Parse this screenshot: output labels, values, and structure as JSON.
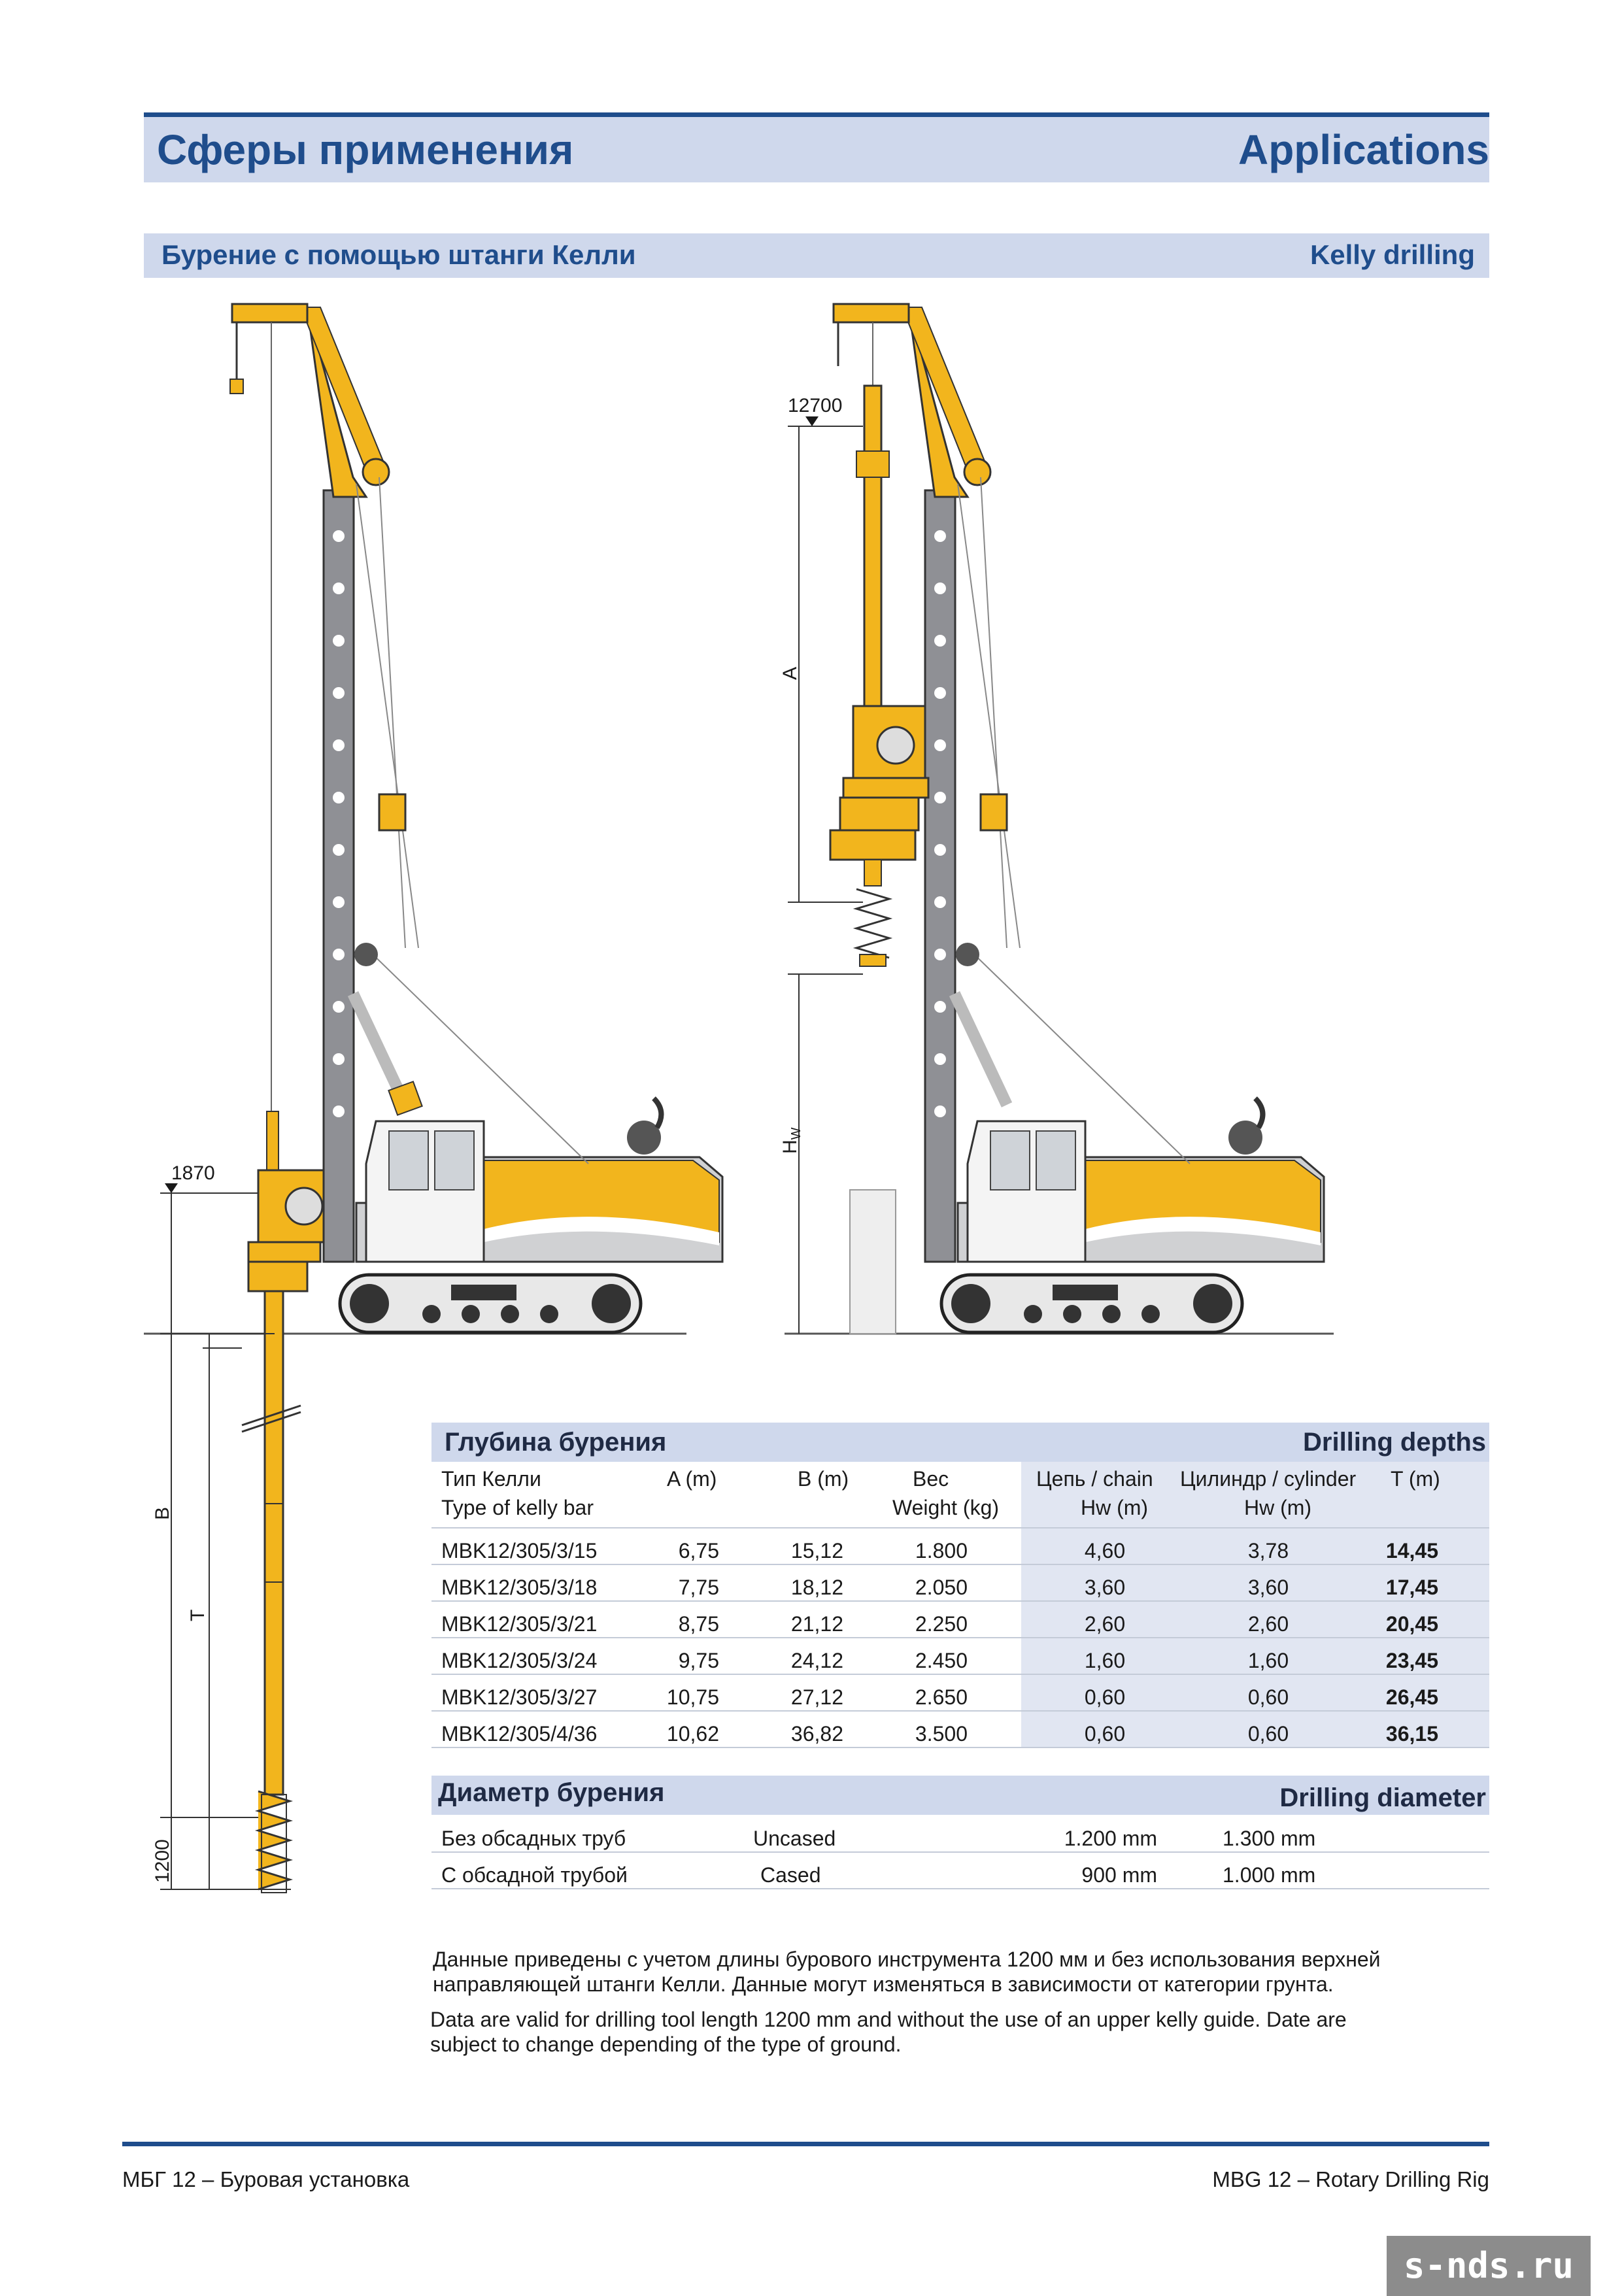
{
  "header": {
    "title_ru": "Сферы применения",
    "title_en": "Applications"
  },
  "section": {
    "title_ru": "Бурение с помощью штанги Келли",
    "title_en": "Kelly drilling"
  },
  "drawing": {
    "dim_1870": "1870",
    "dim_12700": "12700",
    "dim_1200": "1200",
    "label_A": "A",
    "label_B": "B",
    "label_T": "T",
    "label_Hw": "H",
    "label_Hw_sub": "W"
  },
  "drilling_depths": {
    "title_ru": "Глубина бурения",
    "title_en": "Drilling depths",
    "headers": {
      "type_ru": "Тип Келли",
      "type_en": "Type of kelly bar",
      "a": "A (m)",
      "b": "B (m)",
      "weight_ru": "Вес",
      "weight_en": "Weight (kg)",
      "chain_1": "Цепь / chain",
      "chain_2": "Hw (m)",
      "cyl_1": "Цилиндр / cylinder",
      "cyl_2": "Hw (m)",
      "t": "T (m)"
    },
    "rows": [
      {
        "type": "MBK12/305/3/15",
        "a": "6,75",
        "b": "15,12",
        "weight": "1.800",
        "chain": "4,60",
        "cyl": "3,78",
        "t": "14,45"
      },
      {
        "type": "MBK12/305/3/18",
        "a": "7,75",
        "b": "18,12",
        "weight": "2.050",
        "chain": "3,60",
        "cyl": "3,60",
        "t": "17,45"
      },
      {
        "type": "MBK12/305/3/21",
        "a": "8,75",
        "b": "21,12",
        "weight": "2.250",
        "chain": "2,60",
        "cyl": "2,60",
        "t": "20,45"
      },
      {
        "type": "MBK12/305/3/24",
        "a": "9,75",
        "b": "24,12",
        "weight": "2.450",
        "chain": "1,60",
        "cyl": "1,60",
        "t": "23,45"
      },
      {
        "type": "MBK12/305/3/27",
        "a": "10,75",
        "b": "27,12",
        "weight": "2.650",
        "chain": "0,60",
        "cyl": "0,60",
        "t": "26,45"
      },
      {
        "type": "MBK12/305/4/36",
        "a": "10,62",
        "b": "36,82",
        "weight": "3.500",
        "chain": "0,60",
        "cyl": "0,60",
        "t": "36,15"
      }
    ]
  },
  "drilling_diameter": {
    "title_ru": "Диаметр бурения",
    "title_en": "Drilling diameter",
    "rows": [
      {
        "ru": "Без обсадных труб",
        "en": "Uncased",
        "v1": "1.200 mm",
        "v2": "1.300 mm"
      },
      {
        "ru": "С обсадной трубой",
        "en": "Cased",
        "v1": "900 mm",
        "v2": "1.000 mm"
      }
    ]
  },
  "notes": {
    "ru_1": "Данные приведены с учетом длины бурового инструмента 1200 мм и без использования верхней",
    "ru_2": "направляющей штанги Келли. Данные могут изменяться в зависимости от категории грунта.",
    "en_1": "Data are valid for drilling tool length 1200 mm and without the use of an upper kelly guide. Date are",
    "en_2": "subject to change depending of the type of ground."
  },
  "footer": {
    "left": "МБГ 12 – Буровая установка",
    "right": "MBG 12 – Rotary Drilling Rig"
  },
  "watermark": "s-nds.ru",
  "colors": {
    "brand_blue": "#1f4d8c",
    "band": "#cfd8ec",
    "machine_yellow": "#f2b51d",
    "mast_gray": "#8f9095"
  }
}
